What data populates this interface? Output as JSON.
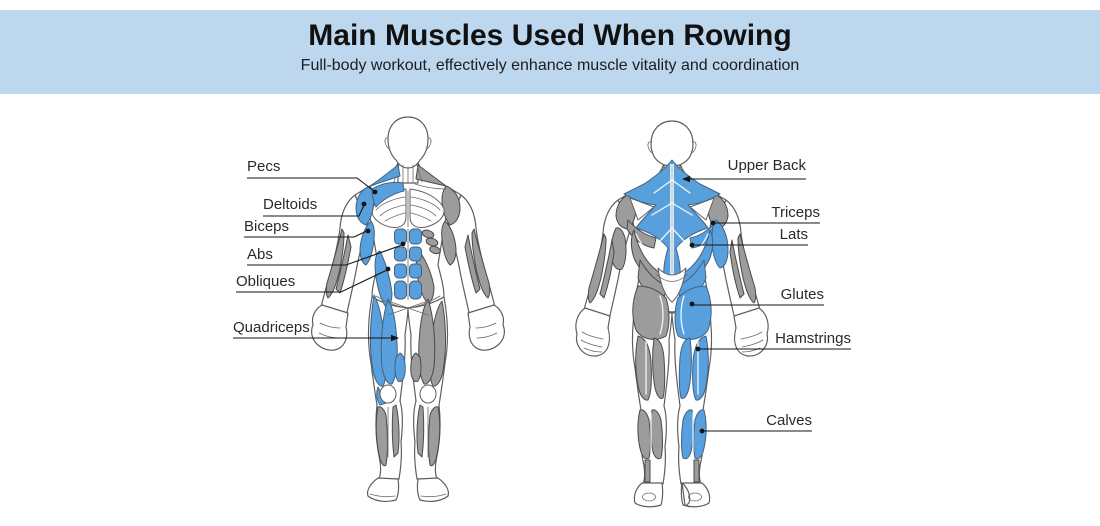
{
  "banner": {
    "title": "Main Muscles Used When Rowing",
    "subtitle": "Full-body workout, effectively enhance muscle vitality and coordination"
  },
  "colors": {
    "banner": "#bdd7ee",
    "highlight": "#58a0dd",
    "muscle": "#9c9c9c",
    "outline": "#5f5f5f",
    "leader": "#141414"
  },
  "labels": {
    "front": [
      {
        "text": "Pecs"
      },
      {
        "text": "Deltoids"
      },
      {
        "text": "Biceps"
      },
      {
        "text": "Abs"
      },
      {
        "text": "Obliques"
      },
      {
        "text": "Quadriceps"
      }
    ],
    "back": [
      {
        "text": "Upper Back"
      },
      {
        "text": "Triceps"
      },
      {
        "text": "Lats"
      },
      {
        "text": "Glutes"
      },
      {
        "text": "Hamstrings"
      },
      {
        "text": "Calves"
      }
    ]
  }
}
